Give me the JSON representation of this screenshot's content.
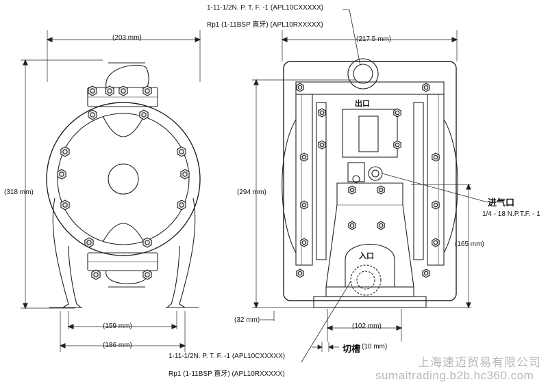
{
  "labels": {
    "top_note_line1": "1-11-1/2N. P. T. F. -1 (APL10CXXXXX)",
    "top_note_line2": "Rp1 (1-11BSP 直牙) (APL10RXXXXX)",
    "bottom_note_line1": "1-11-1/2N. P. T. F. -1 (APL10CXXXXX)",
    "bottom_note_line2": "Rp1 (1-11BSP 直牙) (APL10RXXXXX)",
    "outlet": "出口",
    "inlet": "入口",
    "air_inlet": "进气口",
    "air_inlet_thread": "1/4 - 18 N.P.T.F. - 1",
    "slot": "切槽",
    "slot_size": "(10 mm)"
  },
  "dimensions": {
    "left_width": "(203 mm)",
    "left_height": "(318 mm)",
    "left_base_inner": "(159 mm)",
    "left_base_outer": "(186 mm)",
    "right_width": "(217.5 mm)",
    "right_height": "(294 mm)",
    "right_inlet_height": "(165 mm)",
    "right_base_offset": "(32 mm)",
    "right_base_width": "(102 mm)"
  },
  "watermark": {
    "company": "上海速迈贸易有限公司",
    "site": "sumaitrading.b2b.hc360.com"
  }
}
